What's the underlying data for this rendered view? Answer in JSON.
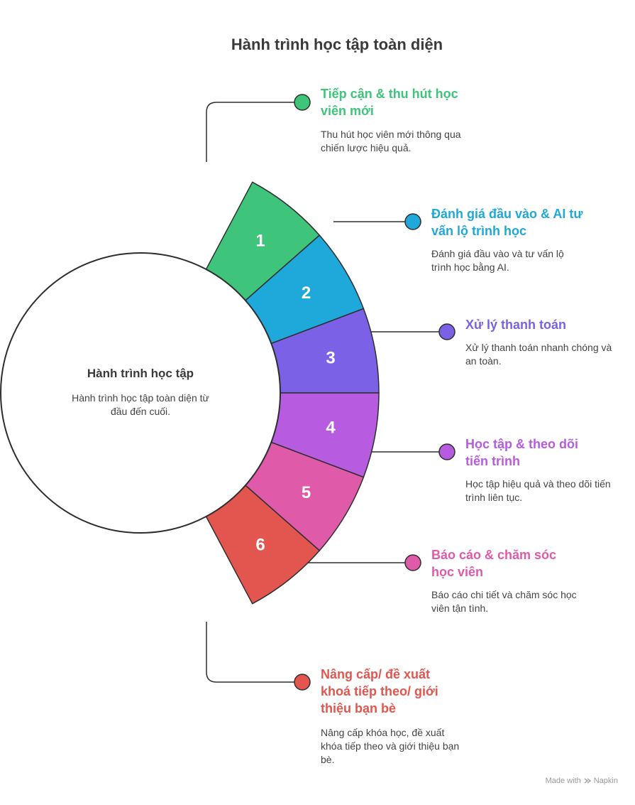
{
  "title": "Hành trình học tập toàn diện",
  "center": {
    "title": "Hành trình học tập",
    "description": "Hành trình học tập toàn diện từ đầu đến cuối."
  },
  "steps": [
    {
      "number": "1",
      "title": "Tiếp cận & thu hút học viên mới",
      "description": "Thu hút học viên mới thông qua chiến lược hiệu quả.",
      "color": "#3EC47B"
    },
    {
      "number": "2",
      "title": "Đánh giá đầu vào & AI tư vấn lộ trình học",
      "description": "Đánh giá đầu vào và tư vấn lộ trình học bằng AI.",
      "color": "#1FA9DA"
    },
    {
      "number": "3",
      "title": "Xử lý thanh toán",
      "description": "Xử lý thanh toán nhanh chóng và an toàn.",
      "color": "#7B61E6"
    },
    {
      "number": "4",
      "title": "Học tập & theo dõi tiến trình",
      "description": "Học tập hiệu quả và theo dõi tiến trình liên tục.",
      "color": "#B75BE0"
    },
    {
      "number": "5",
      "title": "Báo cáo & chăm sóc học viên",
      "description": "Báo cáo chi tiết và chăm sóc học viên tận tình.",
      "color": "#E05AAA"
    },
    {
      "number": "6",
      "title": "Nâng cấp/ đề xuất khoá tiếp theo/ giới thiệu bạn bè",
      "description": "Nâng cấp khóa học, đề xuất khóa tiếp theo và giới thiệu bạn bè.",
      "color": "#E3554F"
    }
  ],
  "footer": {
    "made_with": "Made with",
    "brand": "Napkin"
  }
}
